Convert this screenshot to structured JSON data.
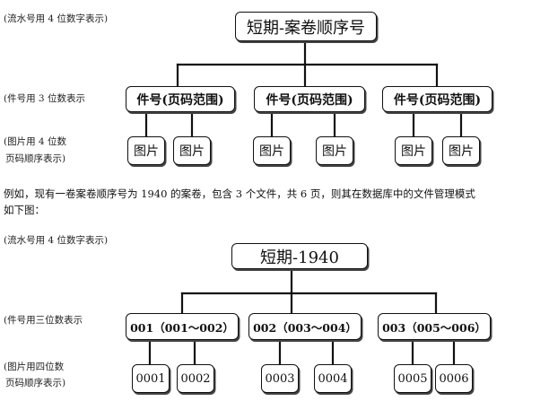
{
  "diagram1": {
    "notes": {
      "serial": "(流水号用 4 位数字表示)",
      "docno": "(件号用 3 位数表示",
      "pic_line1": "(图片用 4 位数",
      "pic_line2": "页码顺序表示)"
    },
    "root": "短期-案卷顺序号",
    "docs": [
      "件号(页码范围)",
      "件号(页码范围)",
      "件号(页码范围)"
    ],
    "pics": [
      "图片",
      "图片",
      "图片",
      "图片",
      "图片",
      "图片"
    ]
  },
  "paragraph": {
    "line1": "例如，现有一卷案卷顺序号为 1940 的案卷，包含 3 个文件，共 6 页，则其在数据库中的文件管理模式",
    "line2": "如下图："
  },
  "diagram2": {
    "notes": {
      "serial": "(流水号用 4 位数字表示)",
      "docno": "(件号用三位数表示",
      "pic_line1": "(图片用四位数",
      "pic_line2": "页码顺序表示)"
    },
    "root": "短期-1940",
    "docs": [
      "001（001～002）",
      "002（003～004）",
      "003（005～006）"
    ],
    "pics": [
      "0001",
      "0002",
      "0003",
      "0004",
      "0005",
      "0006"
    ]
  }
}
